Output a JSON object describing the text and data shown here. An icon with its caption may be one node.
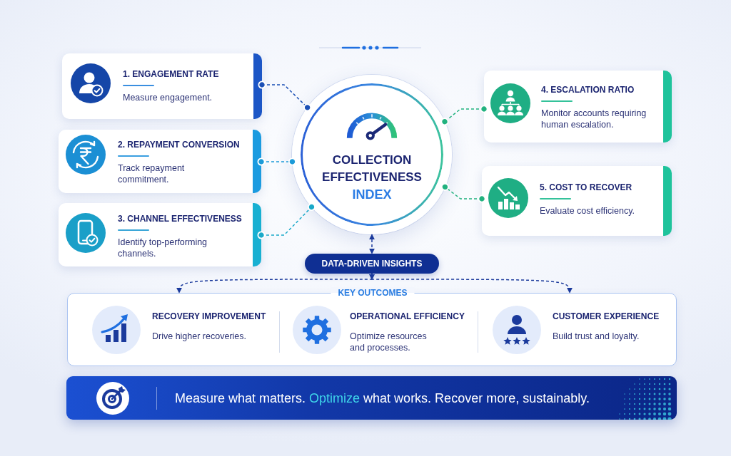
{
  "diagram": {
    "nodes": [
      {
        "text": [
          "1. ENGAGEMENT RATE",
          "Measure engagement."
        ]
      },
      {
        "text": [
          "2. REPAYMENT CONVERSION",
          "Track repayment commitment."
        ]
      },
      {
        "text": [
          "3. CHANNEL EFFECTIVENESS",
          "Identify top-performing channels."
        ]
      },
      {
        "text": [
          "COLLECTION EFFECTIVENESS",
          "INDEX"
        ]
      },
      {
        "text": [
          "4. ESCALATION RATIO",
          "Monitor accounts requiring human escalation."
        ]
      },
      {
        "text": [
          "5. COST TO RECOVER",
          "Evaluate cost efficiency."
        ]
      },
      {
        "text": [
          "DATA-DRIVEN INSIGHTS"
        ]
      },
      {
        "text": [
          "KEY OUTCOMES",
          "RECOVERY IMPROVEMENT",
          "Drive higher recoveries.",
          "OPERATIONAL EFFICIENCY",
          "Optimize resources and processes.",
          "CUSTOMER EXPERIENCE",
          "Build trust and loyalty."
        ]
      },
      {
        "text": [
          "Measure what matters. *Optimize* what works. Recover more, sustainably."
        ]
      }
    ],
    "edges": [
      {
        "from": 0,
        "to": 3,
        "arrow": "other",
        "style": "dashed",
        "color": "#1a4fb5"
      },
      {
        "from": 1,
        "to": 3,
        "arrow": "other",
        "style": "dashed",
        "color": "#1c9ad8"
      },
      {
        "from": 2,
        "to": 3,
        "arrow": "other",
        "style": "dashed",
        "color": "#1aa9c9"
      },
      {
        "from": 4,
        "to": 3,
        "arrow": "other",
        "style": "dashed",
        "color": "#22b27f"
      },
      {
        "from": 5,
        "to": 3,
        "arrow": "other",
        "style": "dashed",
        "color": "#22b27f"
      },
      {
        "from": 3,
        "to": 6,
        "arrow": "both",
        "style": "dashed"
      },
      {
        "from": 6,
        "to": 7,
        "arrow": "to",
        "style": "dashed"
      },
      {
        "from": 6,
        "to": 7,
        "arrow": "to",
        "style": "dashed"
      }
    ]
  }
}
